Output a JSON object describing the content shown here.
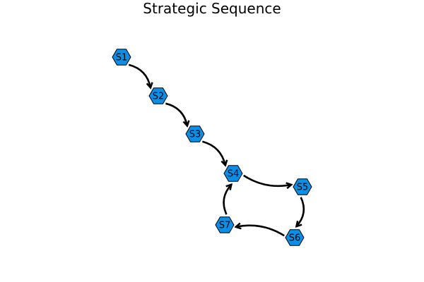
{
  "title": "Strategic Sequence",
  "colors": {
    "node_fill": "#0a8fe8",
    "node_stroke": "#000000",
    "edge": "#000000"
  },
  "nodes": [
    {
      "id": "S1",
      "label": "S1"
    },
    {
      "id": "S2",
      "label": "S2"
    },
    {
      "id": "S3",
      "label": "S3"
    },
    {
      "id": "S4",
      "label": "S4"
    },
    {
      "id": "S5",
      "label": "S5"
    },
    {
      "id": "S6",
      "label": "S6"
    },
    {
      "id": "S7",
      "label": "S7"
    }
  ],
  "edges": [
    {
      "from": "S1",
      "to": "S2"
    },
    {
      "from": "S2",
      "to": "S3"
    },
    {
      "from": "S3",
      "to": "S4"
    },
    {
      "from": "S4",
      "to": "S5"
    },
    {
      "from": "S5",
      "to": "S6"
    },
    {
      "from": "S6",
      "to": "S7"
    },
    {
      "from": "S7",
      "to": "S4"
    }
  ]
}
